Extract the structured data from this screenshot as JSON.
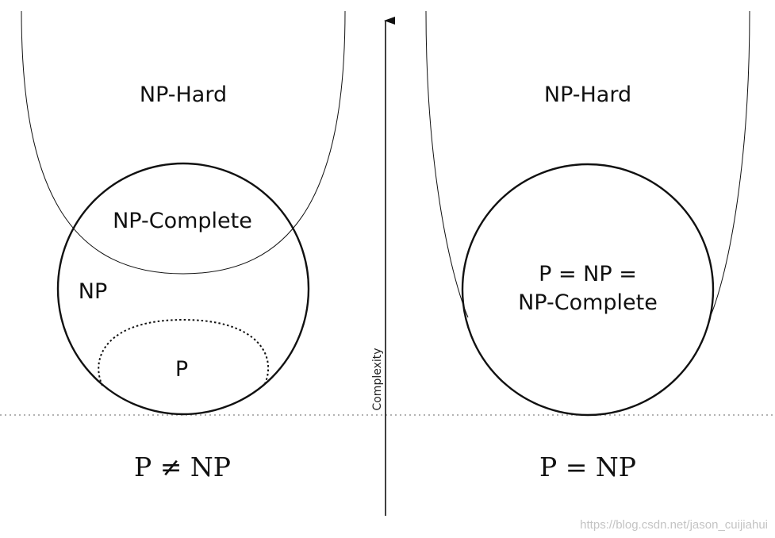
{
  "axis": {
    "label": "Complexity"
  },
  "left_panel": {
    "np_hard_label": "NP-Hard",
    "np_complete_label": "NP-Complete",
    "np_label": "NP",
    "p_label": "P",
    "caption": "P ≠ NP"
  },
  "right_panel": {
    "np_hard_label": "NP-Hard",
    "merged_label_line1": "P = NP =",
    "merged_label_line2": "NP-Complete",
    "caption": "P = NP"
  },
  "watermark": "https://blog.csdn.net/jason_cuijiahui",
  "colors": {
    "stroke": "#111111",
    "baseline": "#9a9a9a",
    "background": "#ffffff"
  }
}
